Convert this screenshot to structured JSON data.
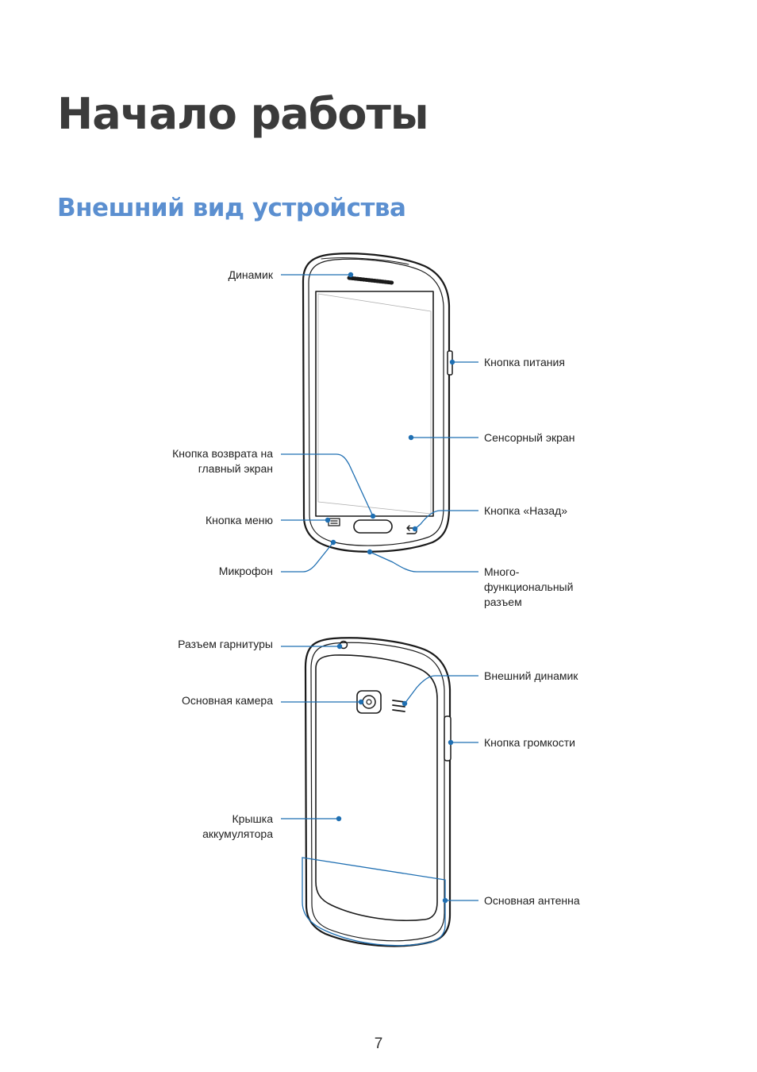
{
  "page": {
    "title": "Начало работы",
    "subtitle": "Внешний вид устройства",
    "page_number": "7"
  },
  "front": {
    "speaker": "Динамик",
    "power_button": "Кнопка питания",
    "touch_screen": "Сенсорный экран",
    "home_button_line1": "Кнопка возврата на",
    "home_button_line2": "главный экран",
    "menu_button": "Кнопка меню",
    "back_button": "Кнопка «Назад»",
    "microphone": "Микрофон",
    "multi_jack_line1": "Много-",
    "multi_jack_line2": "функциональный",
    "multi_jack_line3": "разъем"
  },
  "back": {
    "headset_jack": "Разъем гарнитуры",
    "external_speaker": "Внешний динамик",
    "main_camera": "Основная камера",
    "volume_button": "Кнопка громкости",
    "battery_cover_line1": "Крышка",
    "battery_cover_line2": "аккумулятора",
    "main_antenna": "Основная антенна"
  },
  "colors": {
    "leader_line": "#1f6fb2",
    "title": "#3b3b3b",
    "subtitle": "#5b8fd0"
  }
}
